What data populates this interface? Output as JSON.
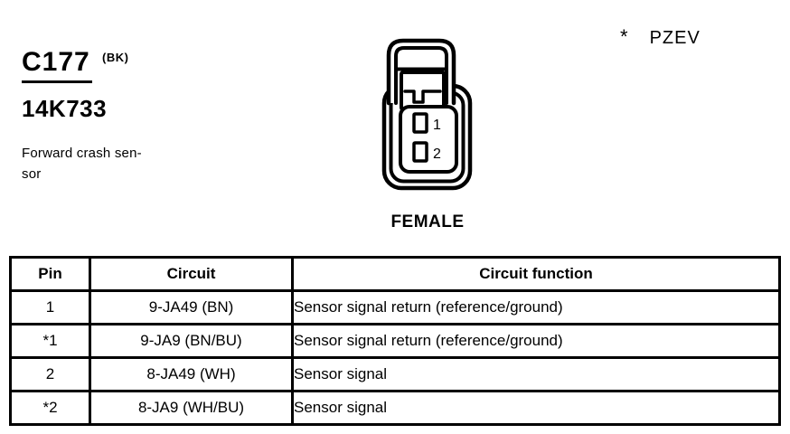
{
  "page": {
    "connector_id": "C177",
    "connector_color_code": "(BK)",
    "part_number": "14K733",
    "description_line1": "Forward crash sen-",
    "description_line2": "sor",
    "note": {
      "symbol": "*",
      "label": "PZEV"
    }
  },
  "connector_diagram": {
    "gender_label": "FEMALE",
    "cavity_labels": [
      "1",
      "2"
    ]
  },
  "pinout_table": {
    "columns": [
      "Pin",
      "Circuit",
      "Circuit function"
    ],
    "rows": [
      {
        "pin": "1",
        "circuit": "9-JA49 (BN)",
        "function": "Sensor signal return (reference/ground)"
      },
      {
        "pin": "*1",
        "circuit": "9-JA9 (BN/BU)",
        "function": "Sensor signal return (reference/ground)"
      },
      {
        "pin": "2",
        "circuit": "8-JA49 (WH)",
        "function": "Sensor signal"
      },
      {
        "pin": "*2",
        "circuit": "8-JA9 (WH/BU)",
        "function": "Sensor signal"
      }
    ]
  },
  "colors": {
    "ink": "#000000",
    "paper": "#ffffff"
  }
}
